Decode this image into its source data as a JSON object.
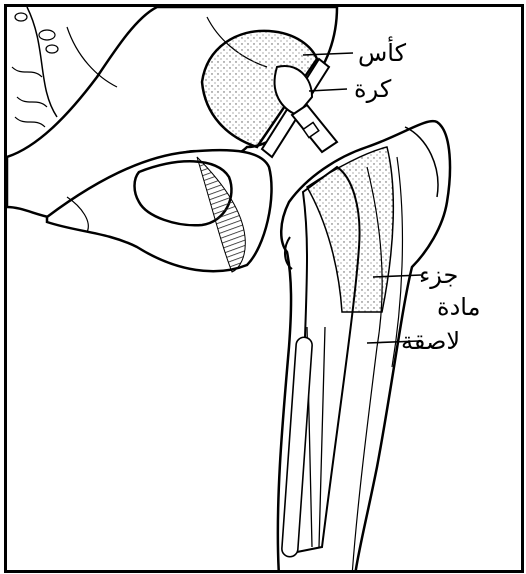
{
  "diagram": {
    "labels": {
      "cup": "كأس",
      "ball": "كرة",
      "component_line1": "جزء",
      "component_line2": "مادة",
      "component_line3": "لاصقة"
    }
  }
}
